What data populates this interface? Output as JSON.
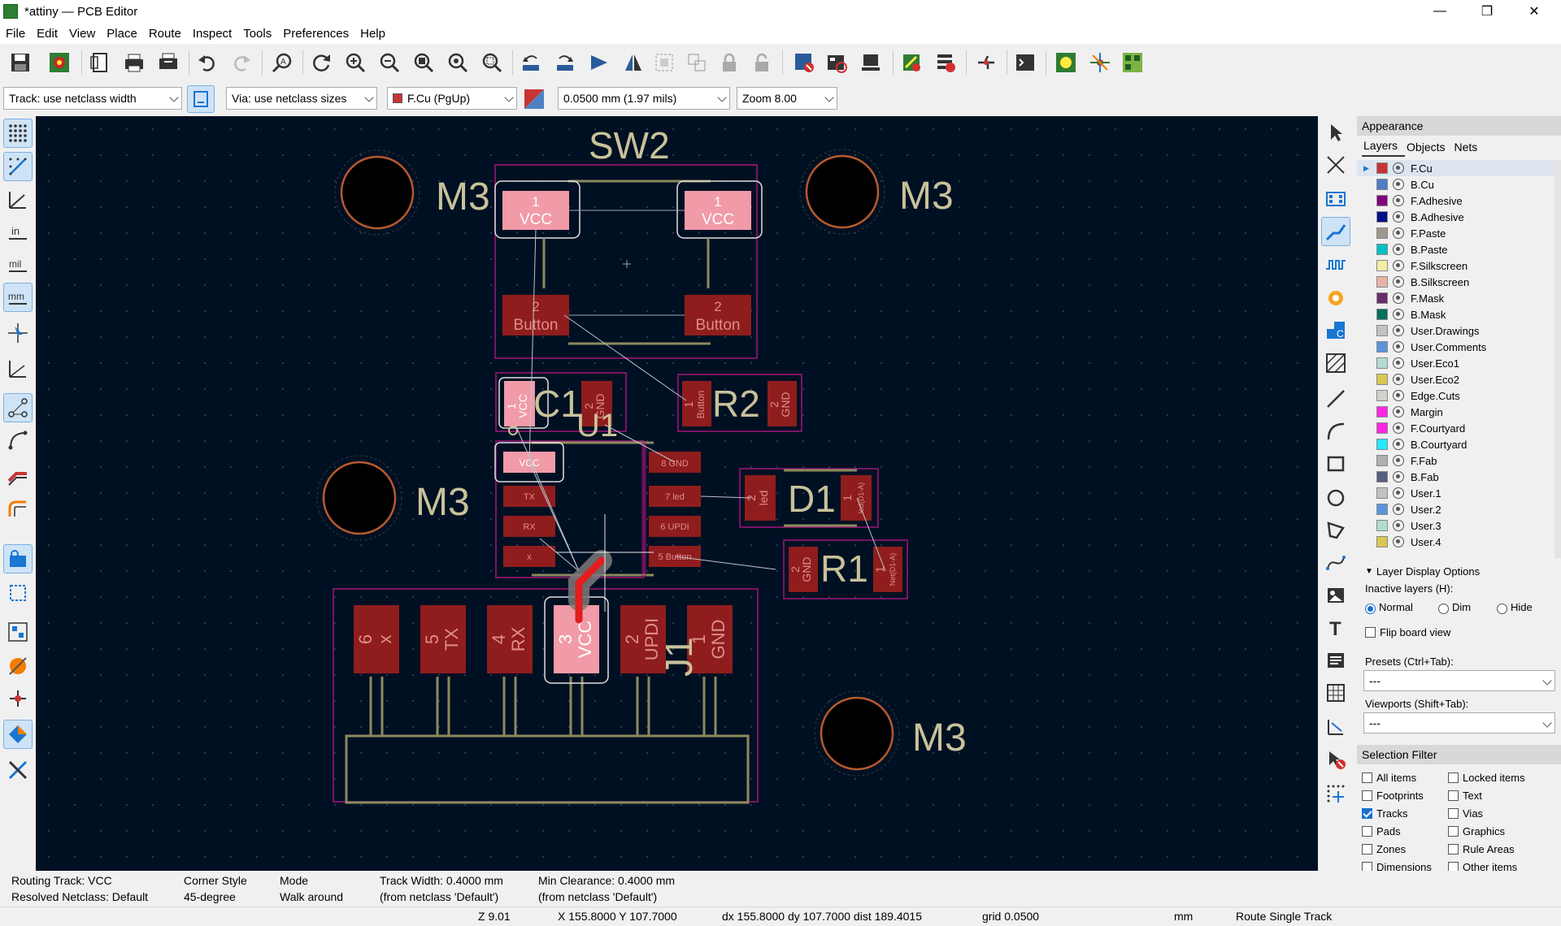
{
  "window": {
    "title": "*attiny — PCB Editor",
    "min": "—",
    "max": "❐",
    "close": "✕"
  },
  "menu": [
    "File",
    "Edit",
    "View",
    "Place",
    "Route",
    "Inspect",
    "Tools",
    "Preferences",
    "Help"
  ],
  "options": {
    "track": "Track: use netclass width",
    "via": "Via: use netclass sizes",
    "layer": "F.Cu (PgUp)",
    "grid": "0.0500 mm (1.97 mils)",
    "zoom": "Zoom 8.00"
  },
  "board": {
    "refs": {
      "sw2": "SW2",
      "c1": "C1",
      "u1": "U1",
      "r2": "R2",
      "d1": "D1",
      "r1": "R1",
      "j1": "J1",
      "m3": "M3"
    },
    "pads": {
      "sw2_1a": {
        "num": "1",
        "net": "VCC"
      },
      "sw2_1b": {
        "num": "1",
        "net": "VCC"
      },
      "sw2_2a": {
        "num": "2",
        "net": "Button"
      },
      "sw2_2b": {
        "num": "2",
        "net": "Button"
      },
      "c1_1": {
        "num": "1",
        "net": "VCC"
      },
      "c1_2": {
        "num": "2",
        "net": "GND"
      },
      "r2_1": {
        "num": "1",
        "net": "Button"
      },
      "r2_2": {
        "num": "2",
        "net": "GND"
      },
      "d1_2": {
        "num": "2",
        "net": "led"
      },
      "d1_1": {
        "num": "1",
        "net": "led(D1-A)"
      },
      "r1_2": {
        "num": "2",
        "net": "GND"
      },
      "r1_1": {
        "num": "1",
        "net": "Net(D1-A)"
      },
      "u1_1": "VCC",
      "u1_2": "TX",
      "u1_3": "RX",
      "u1_4": "x",
      "u1_8": "8 GND",
      "u1_7": "7 led",
      "u1_6": "6 UPDI",
      "u1_5": "5 Button",
      "j1": [
        {
          "num": "6",
          "net": "x"
        },
        {
          "num": "5",
          "net": "TX"
        },
        {
          "num": "4",
          "net": "RX"
        },
        {
          "num": "3",
          "net": "VCC"
        },
        {
          "num": "2",
          "net": "UPDI"
        },
        {
          "num": "1",
          "net": "GND"
        }
      ]
    }
  },
  "appearance": {
    "title": "Appearance",
    "tabs": [
      "Layers",
      "Objects",
      "Nets"
    ],
    "layers": [
      {
        "name": "F.Cu",
        "color": "#c83434"
      },
      {
        "name": "B.Cu",
        "color": "#4d7fc4"
      },
      {
        "name": "F.Adhesive",
        "color": "#84007c"
      },
      {
        "name": "B.Adhesive",
        "color": "#00108a"
      },
      {
        "name": "F.Paste",
        "color": "#a0968c"
      },
      {
        "name": "B.Paste",
        "color": "#00c2c2"
      },
      {
        "name": "F.Silkscreen",
        "color": "#f2eda1"
      },
      {
        "name": "B.Silkscreen",
        "color": "#e8b2a7"
      },
      {
        "name": "F.Mask",
        "color": "#6b2c6f"
      },
      {
        "name": "B.Mask",
        "color": "#02705b"
      },
      {
        "name": "User.Drawings",
        "color": "#c2c2c2"
      },
      {
        "name": "User.Comments",
        "color": "#5994dc"
      },
      {
        "name": "User.Eco1",
        "color": "#b4dbd2"
      },
      {
        "name": "User.Eco2",
        "color": "#d8c852"
      },
      {
        "name": "Edge.Cuts",
        "color": "#d0d2cd"
      },
      {
        "name": "Margin",
        "color": "#ff26e2"
      },
      {
        "name": "F.Courtyard",
        "color": "#ff26e2"
      },
      {
        "name": "B.Courtyard",
        "color": "#26e9ff"
      },
      {
        "name": "F.Fab",
        "color": "#afafaf"
      },
      {
        "name": "B.Fab",
        "color": "#585d84"
      },
      {
        "name": "User.1",
        "color": "#c2c2c2"
      },
      {
        "name": "User.2",
        "color": "#5994dc"
      },
      {
        "name": "User.3",
        "color": "#b4dbd2"
      },
      {
        "name": "User.4",
        "color": "#d8c852"
      }
    ],
    "display_options": "Layer Display Options",
    "inactive_label": "Inactive layers (H):",
    "inactive_opts": [
      "Normal",
      "Dim",
      "Hide"
    ],
    "flip": "Flip board view",
    "presets_label": "Presets (Ctrl+Tab):",
    "presets_value": "---",
    "viewports_label": "Viewports (Shift+Tab):",
    "viewports_value": "---"
  },
  "selection_filter": {
    "title": "Selection Filter",
    "items": [
      {
        "label": "All items",
        "checked": false
      },
      {
        "label": "Locked items",
        "checked": false
      },
      {
        "label": "Footprints",
        "checked": false
      },
      {
        "label": "Text",
        "checked": false
      },
      {
        "label": "Tracks",
        "checked": true
      },
      {
        "label": "Vias",
        "checked": false
      },
      {
        "label": "Pads",
        "checked": false
      },
      {
        "label": "Graphics",
        "checked": false
      },
      {
        "label": "Zones",
        "checked": false
      },
      {
        "label": "Rule Areas",
        "checked": false
      },
      {
        "label": "Dimensions",
        "checked": false
      },
      {
        "label": "Other items",
        "checked": false
      }
    ]
  },
  "status": {
    "routing": "Routing Track: VCC",
    "netclass": "Resolved Netclass: Default",
    "corner_label": "Corner Style",
    "corner_value": "45-degree",
    "mode_label": "Mode",
    "mode_value": "Walk around",
    "track_width": "Track Width: 0.4000 mm",
    "track_from": "(from netclass 'Default')",
    "clearance": "Min Clearance: 0.4000 mm",
    "clearance_from": "(from netclass 'Default')",
    "z": "Z 9.01",
    "xy": "X 155.8000  Y 107.7000",
    "dxy": "dx 155.8000  dy 107.7000  dist 189.4015",
    "grid": "grid 0.0500",
    "units": "mm",
    "tool": "Route Single Track"
  }
}
